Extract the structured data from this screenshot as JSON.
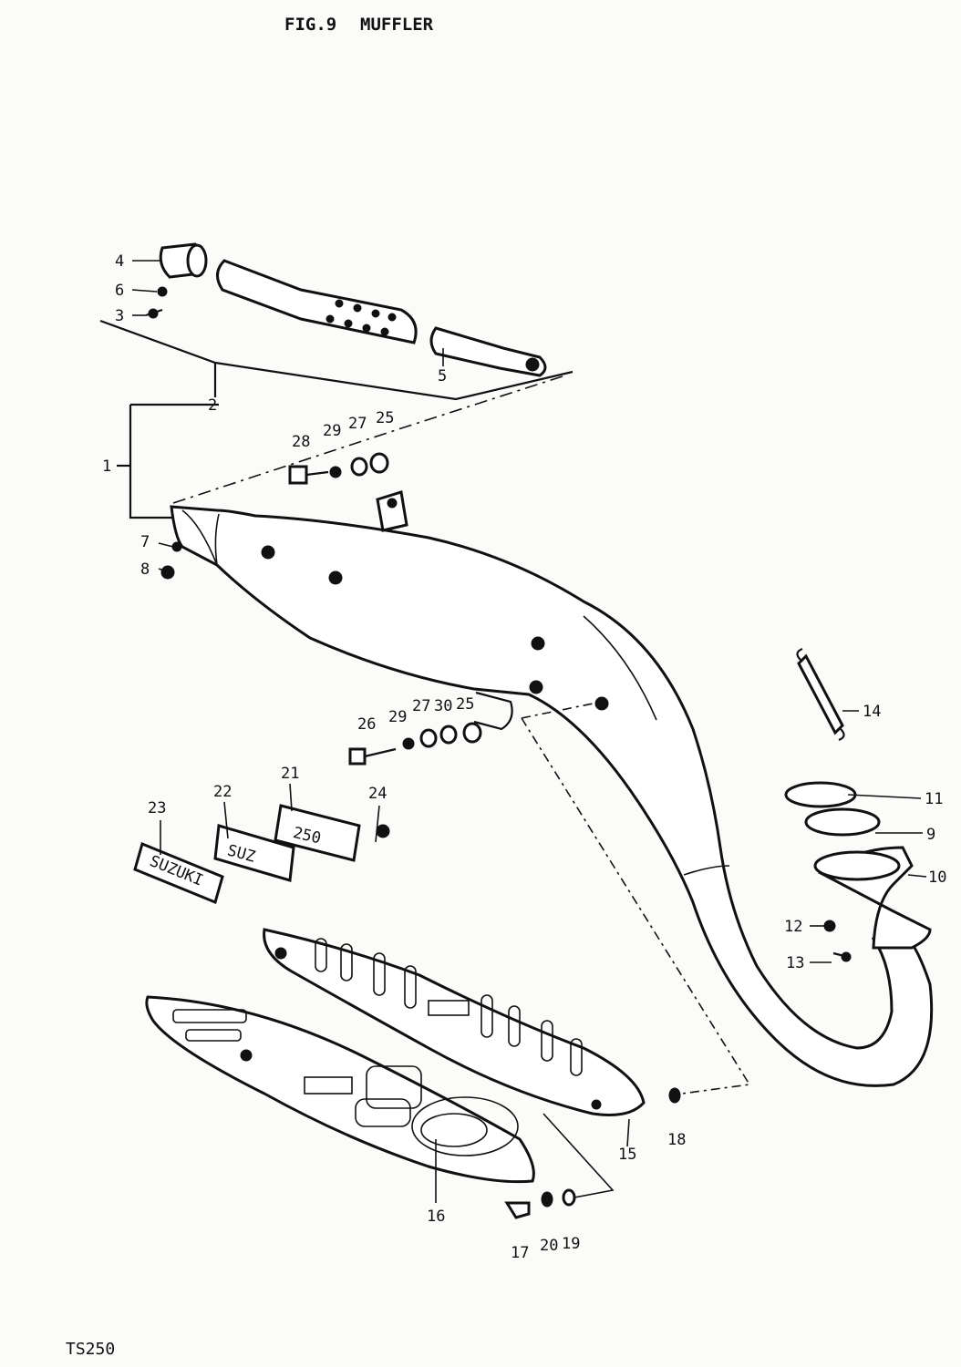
{
  "header": {
    "figure": "FIG.9",
    "title": "MUFFLER"
  },
  "footer": {
    "model": "TS250"
  },
  "parts": [
    {
      "id": "p1",
      "label": "1"
    },
    {
      "id": "p2",
      "label": "2"
    },
    {
      "id": "p3",
      "label": "3"
    },
    {
      "id": "p4",
      "label": "4"
    },
    {
      "id": "p5",
      "label": "5"
    },
    {
      "id": "p6",
      "label": "6"
    },
    {
      "id": "p7",
      "label": "7"
    },
    {
      "id": "p8",
      "label": "8"
    },
    {
      "id": "p9",
      "label": "9"
    },
    {
      "id": "p10",
      "label": "10"
    },
    {
      "id": "p11",
      "label": "11"
    },
    {
      "id": "p12",
      "label": "12"
    },
    {
      "id": "p13",
      "label": "13"
    },
    {
      "id": "p14",
      "label": "14"
    },
    {
      "id": "p15",
      "label": "15"
    },
    {
      "id": "p16",
      "label": "16"
    },
    {
      "id": "p17",
      "label": "17"
    },
    {
      "id": "p18",
      "label": "18"
    },
    {
      "id": "p19",
      "label": "19"
    },
    {
      "id": "p20",
      "label": "20"
    },
    {
      "id": "p21",
      "label": "21"
    },
    {
      "id": "p22",
      "label": "22"
    },
    {
      "id": "p23",
      "label": "23"
    },
    {
      "id": "p24",
      "label": "24"
    },
    {
      "id": "p25a",
      "label": "25"
    },
    {
      "id": "p25b",
      "label": "25"
    },
    {
      "id": "p26",
      "label": "26"
    },
    {
      "id": "p27a",
      "label": "27"
    },
    {
      "id": "p27b",
      "label": "27"
    },
    {
      "id": "p28",
      "label": "28"
    },
    {
      "id": "p29a",
      "label": "29"
    },
    {
      "id": "p29b",
      "label": "29"
    },
    {
      "id": "p30",
      "label": "30"
    }
  ],
  "emblems": {
    "e21": "250",
    "e22": "SUZ",
    "e23": "SUZUKI"
  }
}
